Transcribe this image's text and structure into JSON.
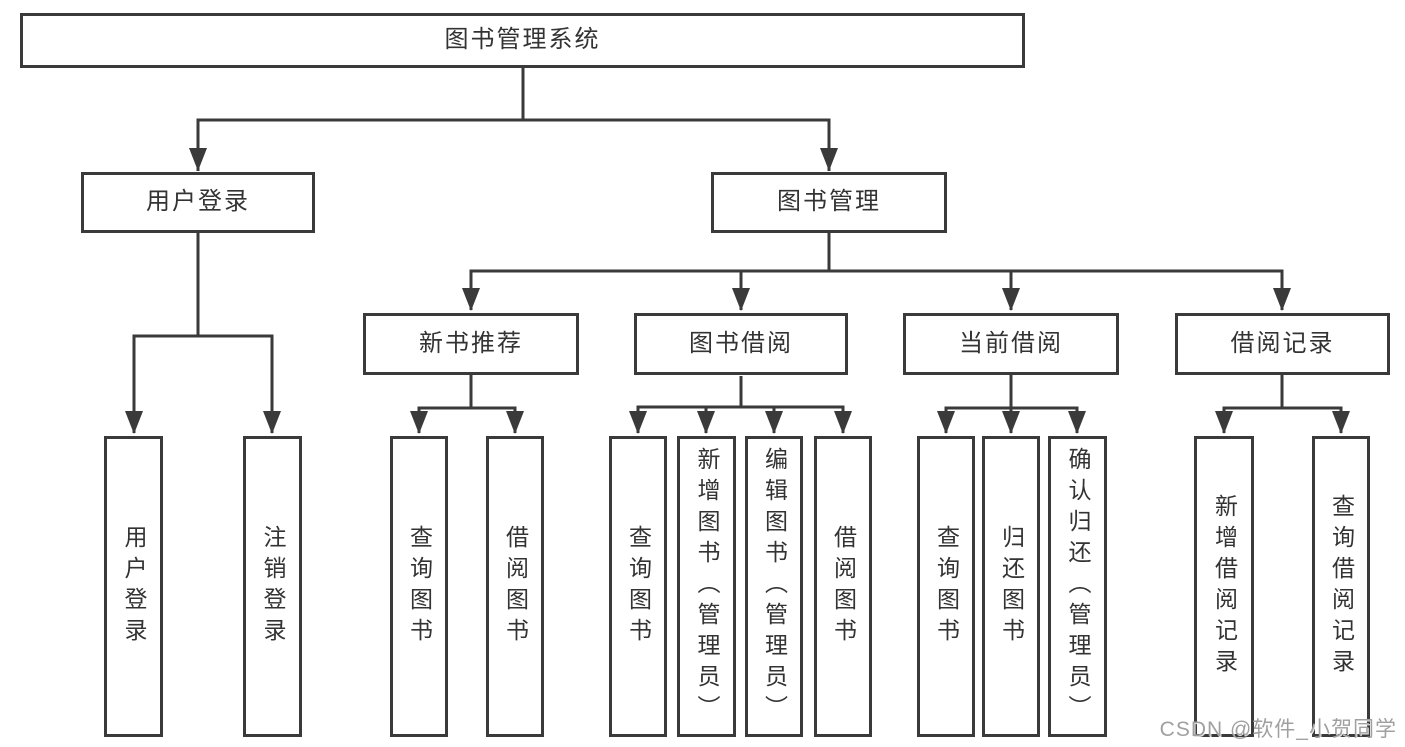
{
  "root": {
    "label": "图书管理系统"
  },
  "user": {
    "label": "用户登录",
    "children": [
      "用户登录",
      "注销登录"
    ]
  },
  "mgmt": {
    "label": "图书管理"
  },
  "recommend": {
    "label": "新书推荐",
    "children": [
      "查询图书",
      "借阅图书"
    ]
  },
  "borrow": {
    "label": "图书借阅",
    "children": [
      "查询图书",
      "新增图书（管理员）",
      "编辑图书（管理员）",
      "借阅图书"
    ]
  },
  "current": {
    "label": "当前借阅",
    "children": [
      "查询图书",
      "归还图书",
      "确认归还（管理员）"
    ]
  },
  "records": {
    "label": "借阅记录",
    "children": [
      "新增借阅记录",
      "查询借阅记录"
    ]
  },
  "watermark": "CSDN @软件_小贺同学",
  "colors": {
    "line": "#3a3a3a",
    "text": "#333333",
    "box_background": "#ffffff",
    "watermark": "#a0a0a0"
  }
}
